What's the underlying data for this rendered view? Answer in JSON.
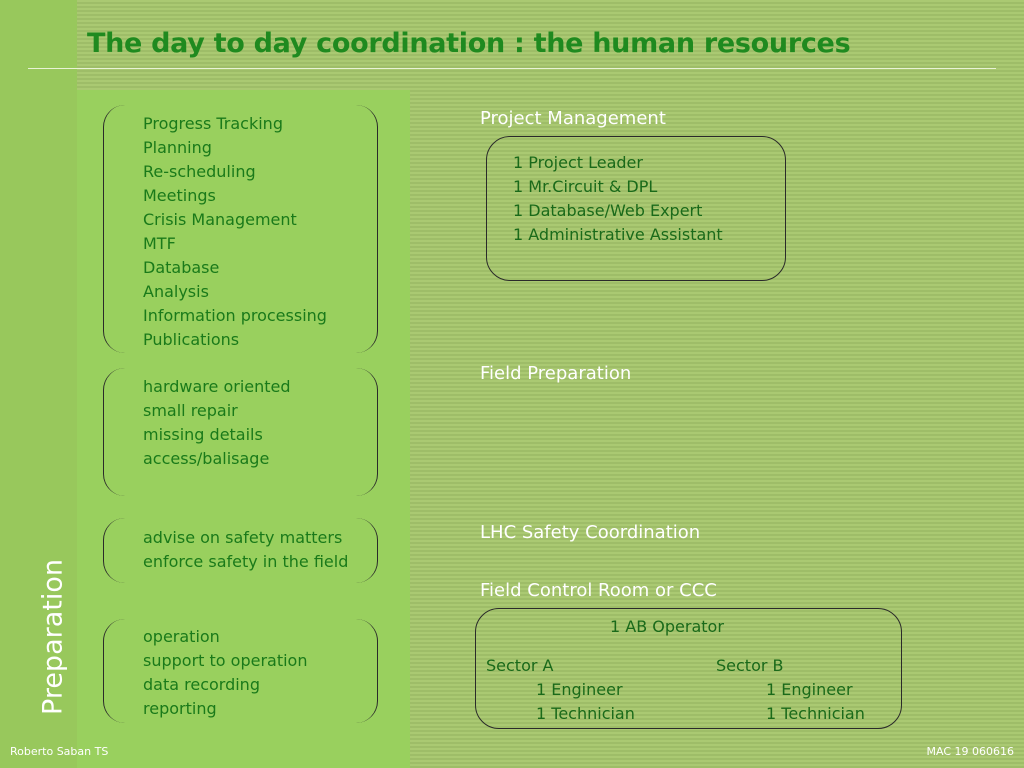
{
  "slide": {
    "title": "The day to day coordination : the human resources",
    "vertical_label": "Preparation"
  },
  "tasks": {
    "management": [
      "Progress Tracking",
      "Planning",
      "Re-scheduling",
      "Meetings",
      "Crisis Management",
      "MTF",
      "Database",
      "Analysis",
      "Information processing",
      "Publications"
    ],
    "field": [
      "hardware oriented",
      "small repair",
      "missing details",
      "access/balisage"
    ],
    "safety": [
      "advise on safety matters",
      "enforce safety in the field"
    ],
    "control": [
      "operation",
      "support to operation",
      "data recording",
      "reporting"
    ]
  },
  "sections": {
    "project_management": {
      "title": "Project Management",
      "staff": [
        "1 Project Leader",
        "1 Mr.Circuit & DPL",
        "1 Database/Web Expert",
        "1 Administrative Assistant"
      ]
    },
    "field_preparation": {
      "title": "Field Preparation"
    },
    "lhc_safety": {
      "title": "LHC Safety Coordination"
    },
    "field_control": {
      "title": "Field Control Room or CCC",
      "operator": "1 AB Operator",
      "sector_a": {
        "label": "Sector A",
        "engineer": "1 Engineer",
        "technician": "1 Technician"
      },
      "sector_b": {
        "label": "Sector B",
        "engineer": "1 Engineer",
        "technician": "1 Technician"
      }
    }
  },
  "footer": {
    "left": "Roberto Saban TS",
    "right": "MAC 19  060616"
  },
  "colors": {
    "title": "#1f8a1f",
    "task_text": "#1a7a1a",
    "section_title": "#ffffff",
    "background": "#a4c46e",
    "left_panel": "#99d05e"
  }
}
